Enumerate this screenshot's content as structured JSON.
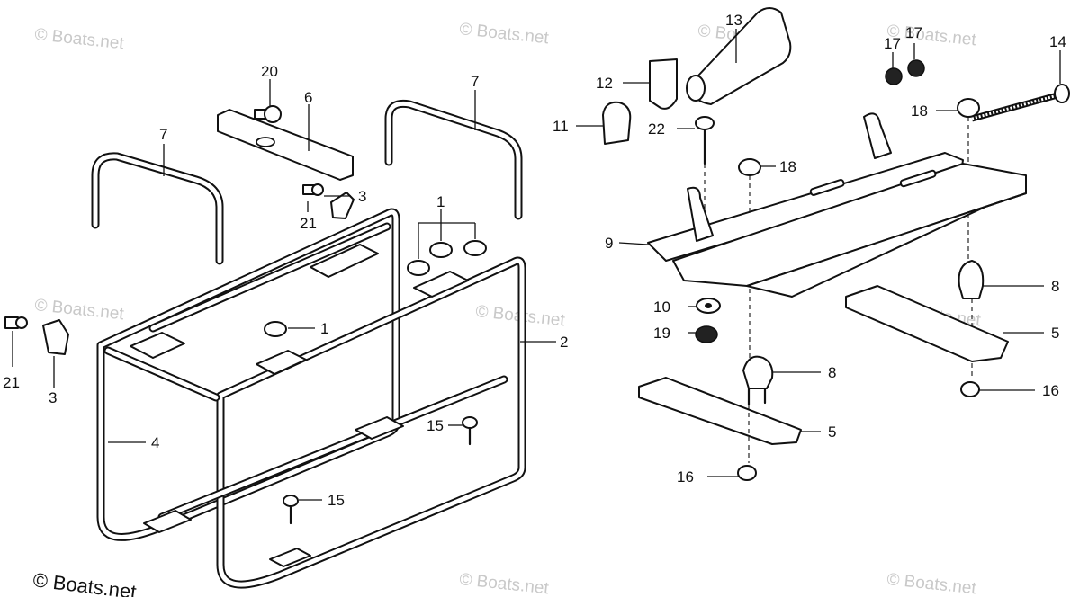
{
  "watermarks": [
    "© Boats.net",
    "© Boats.net",
    "© Boats.net",
    "© Boats.net",
    "© Boats.net",
    "© Boats.net",
    "© Boats.net",
    "© Boats.net",
    "© Boats.net",
    "© Boats.net"
  ],
  "callouts": {
    "c1a": "1",
    "c1b": "1",
    "c2": "2",
    "c3a": "3",
    "c3b": "3",
    "c4": "4",
    "c5a": "5",
    "c5b": "5",
    "c6": "6",
    "c7a": "7",
    "c7b": "7",
    "c8a": "8",
    "c8b": "8",
    "c9": "9",
    "c10": "10",
    "c11": "11",
    "c12": "12",
    "c13": "13",
    "c14": "14",
    "c15a": "15",
    "c15b": "15",
    "c16a": "16",
    "c16b": "16",
    "c17a": "17",
    "c17b": "17",
    "c18a": "18",
    "c18b": "18",
    "c19": "19",
    "c20": "20",
    "c21a": "21",
    "c21b": "21",
    "c22": "22"
  }
}
